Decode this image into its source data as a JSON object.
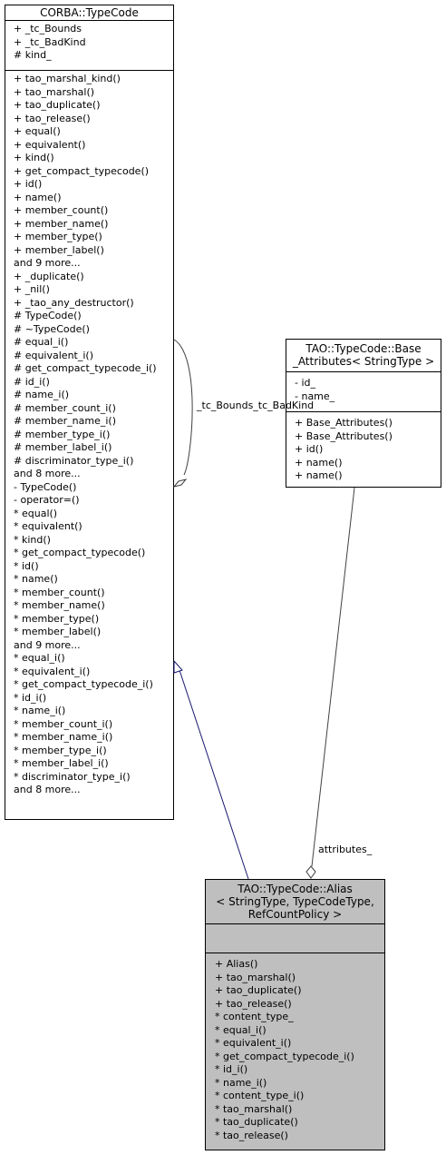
{
  "typecode": {
    "title": [
      "CORBA::TypeCode"
    ],
    "attributes": [
      "+ _tc_Bounds",
      "+ _tc_BadKind",
      "# kind_"
    ],
    "operations": [
      "+ tao_marshal_kind()",
      "+ tao_marshal()",
      "+ tao_duplicate()",
      "+ tao_release()",
      "+ equal()",
      "+ equivalent()",
      "+ kind()",
      "+ get_compact_typecode()",
      "+ id()",
      "+ name()",
      "+ member_count()",
      "+ member_name()",
      "+ member_type()",
      "+ member_label()",
      "and 9 more...",
      "+ _duplicate()",
      "+ _nil()",
      "+ _tao_any_destructor()",
      "# TypeCode()",
      "# ~TypeCode()",
      "# equal_i()",
      "# equivalent_i()",
      "# get_compact_typecode_i()",
      "# id_i()",
      "# name_i()",
      "# member_count_i()",
      "# member_name_i()",
      "# member_type_i()",
      "# member_label_i()",
      "# discriminator_type_i()",
      "and 8 more...",
      "- TypeCode()",
      "- operator=()",
      "* equal()",
      "* equivalent()",
      "* kind()",
      "* get_compact_typecode()",
      "* id()",
      "* name()",
      "* member_count()",
      "* member_name()",
      "* member_type()",
      "* member_label()",
      "and 9 more...",
      "* equal_i()",
      "* equivalent_i()",
      "* get_compact_typecode_i()",
      "* id_i()",
      "* name_i()",
      "* member_count_i()",
      "* member_name_i()",
      "* member_type_i()",
      "* member_label_i()",
      "* discriminator_type_i()",
      "and 8 more..."
    ]
  },
  "base_attributes": {
    "title": [
      "TAO::TypeCode::Base",
      "_Attributes< StringType >"
    ],
    "attributes": [
      "- id_",
      "- name_"
    ],
    "operations": [
      "+ Base_Attributes()",
      "+ Base_Attributes()",
      "+ id()",
      "+ name()",
      "+ name()"
    ]
  },
  "alias": {
    "title": [
      "TAO::TypeCode::Alias",
      "< StringType, TypeCodeType,",
      "RefCountPolicy >"
    ],
    "attributes": [],
    "operations": [
      "+ Alias()",
      "+ tao_marshal()",
      "+ tao_duplicate()",
      "+ tao_release()",
      "* content_type_",
      "* equal_i()",
      "* equivalent_i()",
      "* get_compact_typecode_i()",
      "* id_i()",
      "* name_i()",
      "* content_type_i()",
      "* tao_marshal()",
      "* tao_duplicate()",
      "* tao_release()"
    ]
  },
  "labels": {
    "self_link": [
      "_tc_Bounds",
      "_tc_BadKind"
    ],
    "attributes_link": "attributes_"
  }
}
